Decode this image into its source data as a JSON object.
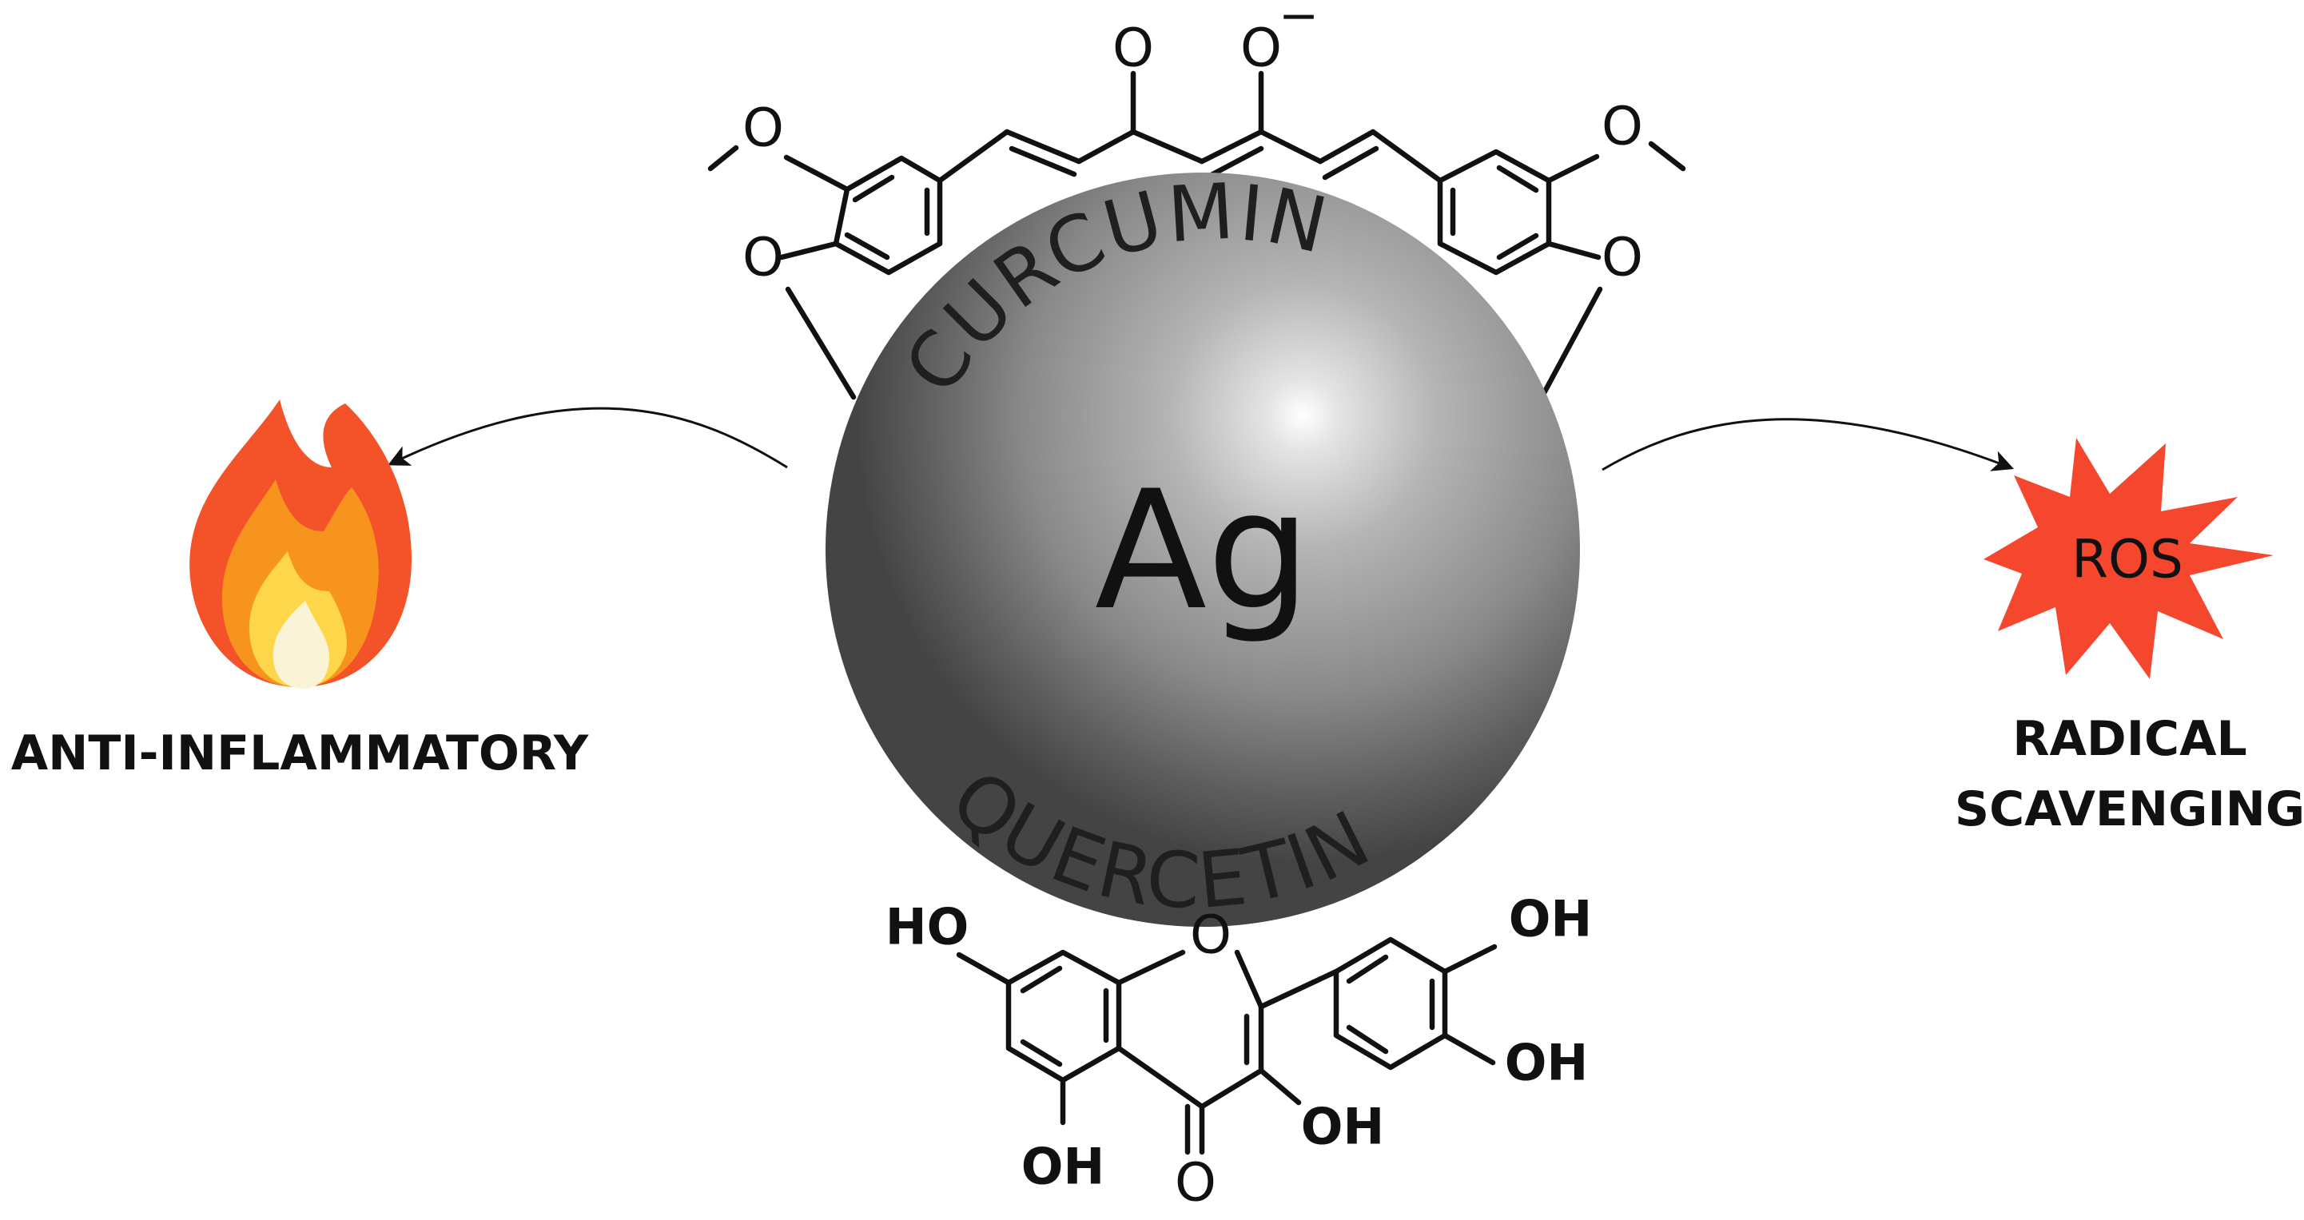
{
  "nanoparticle": {
    "symbol": "Ag",
    "top_ligand": "CURCUMIN",
    "bottom_ligand": "QUERCETIN"
  },
  "curcumin": {
    "atoms": {
      "methoxy_left": "O",
      "phenol_left": "O",
      "ketone": "O",
      "enolate": "O",
      "enolate_charge": "−",
      "methoxy_right": "O",
      "phenol_right": "O"
    }
  },
  "quercetin": {
    "atoms": {
      "ho_7": "HO",
      "oh_5": "OH",
      "ring_o": "O",
      "keto_o": "O",
      "oh_3": "OH",
      "oh_4p": "OH",
      "oh_3p": "OH"
    }
  },
  "effects": {
    "left_label": "ANTI-INFLAMMATORY",
    "right_badge": "ROS",
    "right_label_line1": "RADICAL",
    "right_label_line2": "SCAVENGING"
  },
  "icons": [
    "flame-icon",
    "starburst-icon"
  ],
  "colors": {
    "flame_outer": "#f4532a",
    "flame_mid": "#f7941d",
    "flame_inner": "#fdd64a",
    "flame_core": "#fbf3d5",
    "burst": "#f5462e",
    "sphere_light": "#ffffff",
    "sphere_mid": "#9b9b9b",
    "sphere_dark": "#4a4a4a"
  }
}
